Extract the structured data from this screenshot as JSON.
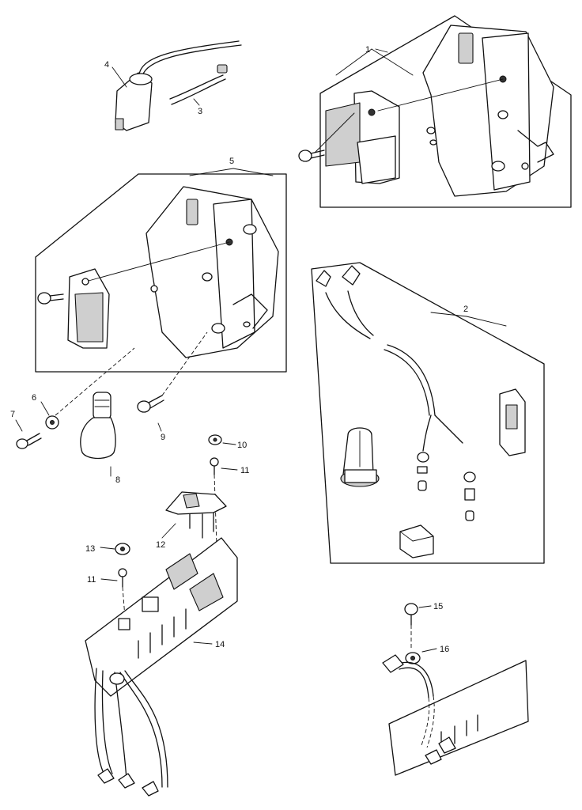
{
  "labels": {
    "l1": "1",
    "l2": "2",
    "l3": "3",
    "l4": "4",
    "l5": "5",
    "l6": "6",
    "l7": "7",
    "l8": "8",
    "l9": "9",
    "l10": "10",
    "l11a": "11",
    "l11b": "11",
    "l12": "12",
    "l13": "13",
    "l14": "14",
    "l15": "15",
    "l16": "16"
  }
}
